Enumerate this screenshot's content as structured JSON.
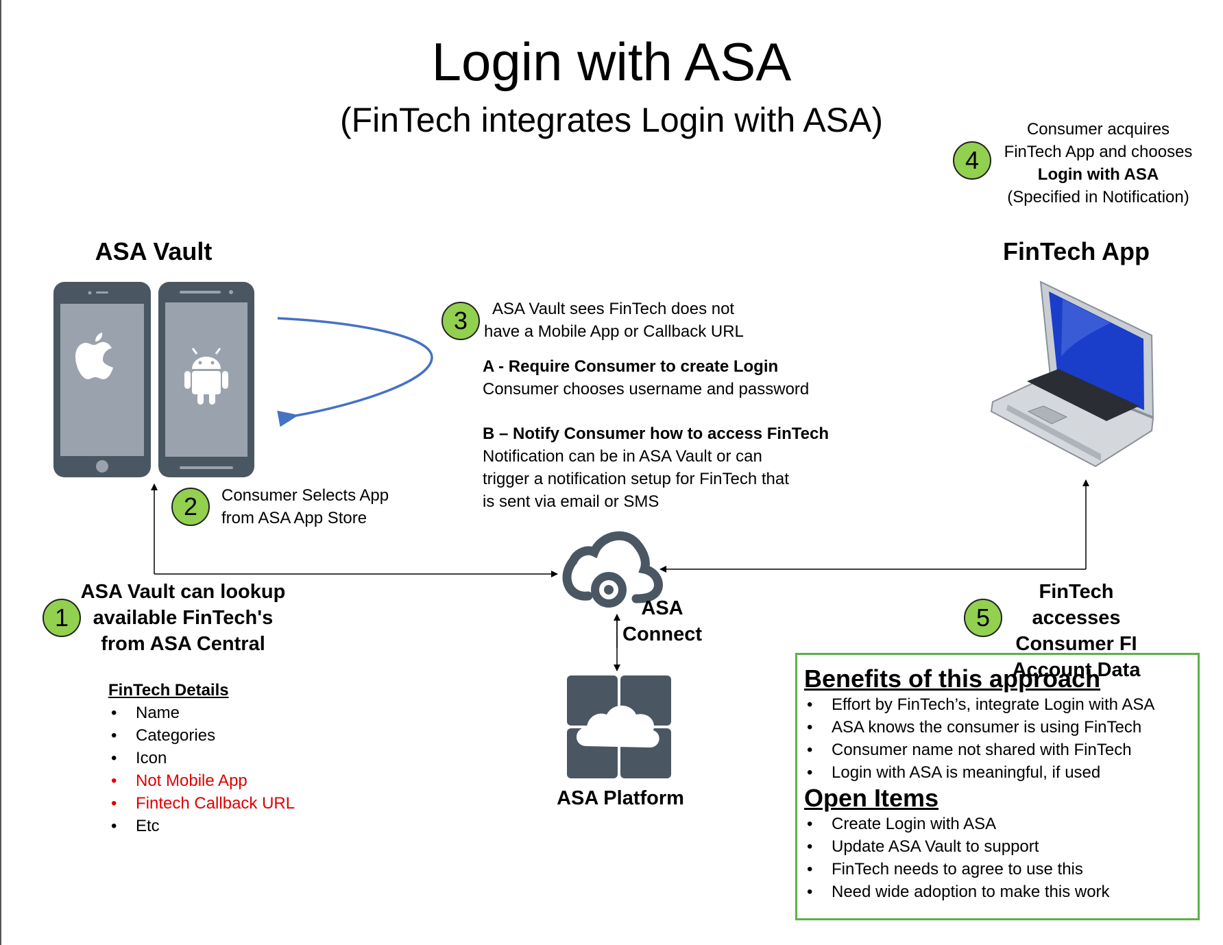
{
  "title": "Login with ASA",
  "subtitle": "(FinTech integrates Login with ASA)",
  "nodes": {
    "asa_vault": "ASA Vault",
    "fintech_app": "FinTech App",
    "asa_connect_line1": "ASA",
    "asa_connect_line2": "Connect",
    "asa_platform": "ASA Platform"
  },
  "steps": {
    "s1": {
      "num": "1",
      "lines": [
        "ASA Vault can lookup",
        "available FinTech's",
        "from ASA Central"
      ]
    },
    "s2": {
      "num": "2",
      "lines": [
        "Consumer Selects App",
        "from ASA App Store"
      ]
    },
    "s3": {
      "num": "3",
      "lines": [
        "ASA Vault sees FinTech does not",
        "have a Mobile App or Callback URL"
      ],
      "a_title": "A - Require Consumer to create Login",
      "a_text": "Consumer chooses username and password",
      "b_title": "B – Notify Consumer how to access FinTech",
      "b_lines": [
        "Notification can be in ASA Vault or can",
        "trigger a notification setup for FinTech that",
        "is sent via email or SMS"
      ]
    },
    "s4": {
      "num": "4",
      "line1": "Consumer acquires",
      "line2": "FinTech App and chooses",
      "bold": "Login with ASA",
      "line4": "(Specified in Notification)"
    },
    "s5": {
      "num": "5",
      "lines": [
        "FinTech accesses",
        "Consumer FI",
        "Account Data"
      ]
    }
  },
  "fintech_details": {
    "heading": "FinTech Details",
    "items": [
      {
        "text": "Name",
        "color": "#000000"
      },
      {
        "text": "Categories",
        "color": "#000000"
      },
      {
        "text": "Icon",
        "color": "#000000"
      },
      {
        "text": "Not Mobile App",
        "color": "#e00000"
      },
      {
        "text": "Fintech Callback URL",
        "color": "#e00000"
      },
      {
        "text": "Etc",
        "color": "#000000"
      }
    ]
  },
  "benefits": {
    "heading": "Benefits of this approach",
    "items": [
      "Effort by FinTech’s, integrate Login with ASA",
      "ASA knows the consumer is using FinTech",
      "Consumer name not shared with FinTech",
      "Login with ASA is meaningful, if used"
    ]
  },
  "open_items": {
    "heading": "Open Items",
    "items": [
      "Create Login with ASA",
      "Update ASA Vault to support",
      "FinTech needs to agree to use this",
      "Need wide adoption to make this work"
    ]
  },
  "colors": {
    "badge": "#92d050",
    "device": "#4a5763",
    "screen": "#9aa3ad",
    "loop_arrow": "#4472c4",
    "benefits_border": "#5cb04a",
    "red_text": "#e00000"
  },
  "icons": [
    "apple-icon",
    "android-icon",
    "laptop-icon",
    "cloud-connect-icon",
    "cloud-platform-icon"
  ]
}
